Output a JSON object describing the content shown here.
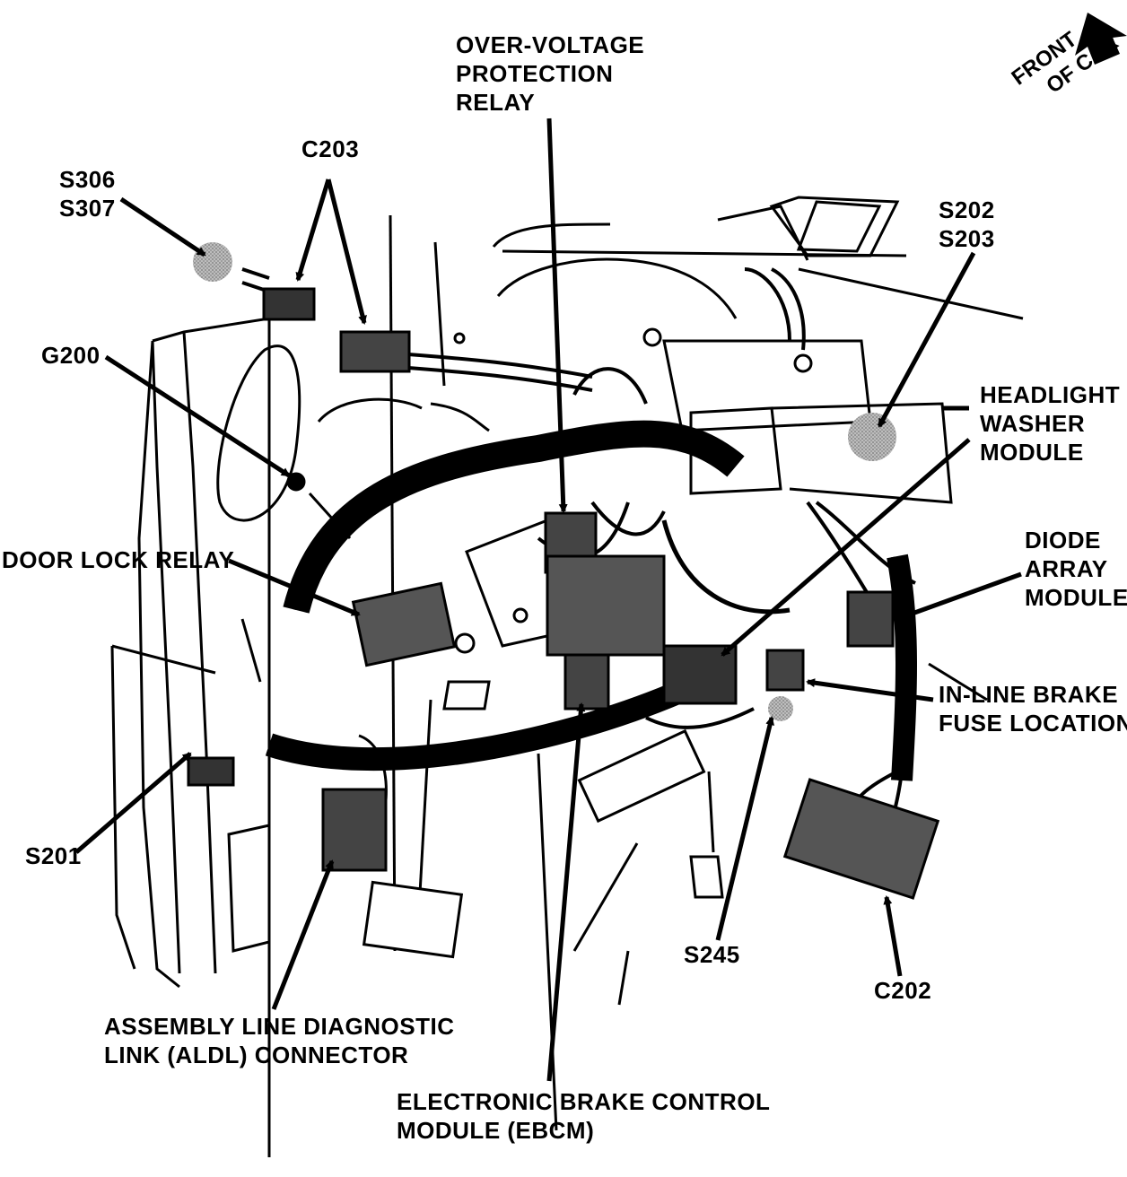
{
  "front_of_car": [
    "FRONT",
    "OF CAR"
  ],
  "labels": {
    "over_voltage_relay": [
      "OVER-VOLTAGE",
      "PROTECTION",
      "RELAY"
    ],
    "c203": [
      "C203"
    ],
    "s306_s307": [
      "S306",
      "S307"
    ],
    "g200": [
      "G200"
    ],
    "s202_s203": [
      "S202",
      "S203"
    ],
    "headlight_washer": [
      "HEADLIGHT",
      "WASHER",
      "MODULE"
    ],
    "diode_array": [
      "DIODE",
      "ARRAY",
      "MODULE"
    ],
    "door_lock_relay": [
      "DOOR LOCK RELAY"
    ],
    "inline_brake_fuse": [
      "IN-LINE BRAKE",
      "FUSE LOCATION"
    ],
    "s201": [
      "S201"
    ],
    "s245": [
      "S245"
    ],
    "c202": [
      "C202"
    ],
    "aldl": [
      "ASSEMBLY LINE DIAGNOSTIC",
      "LINK (ALDL) CONNECTOR"
    ],
    "ebcm": [
      "ELECTRONIC BRAKE CONTROL",
      "MODULE (EBCM)"
    ]
  }
}
